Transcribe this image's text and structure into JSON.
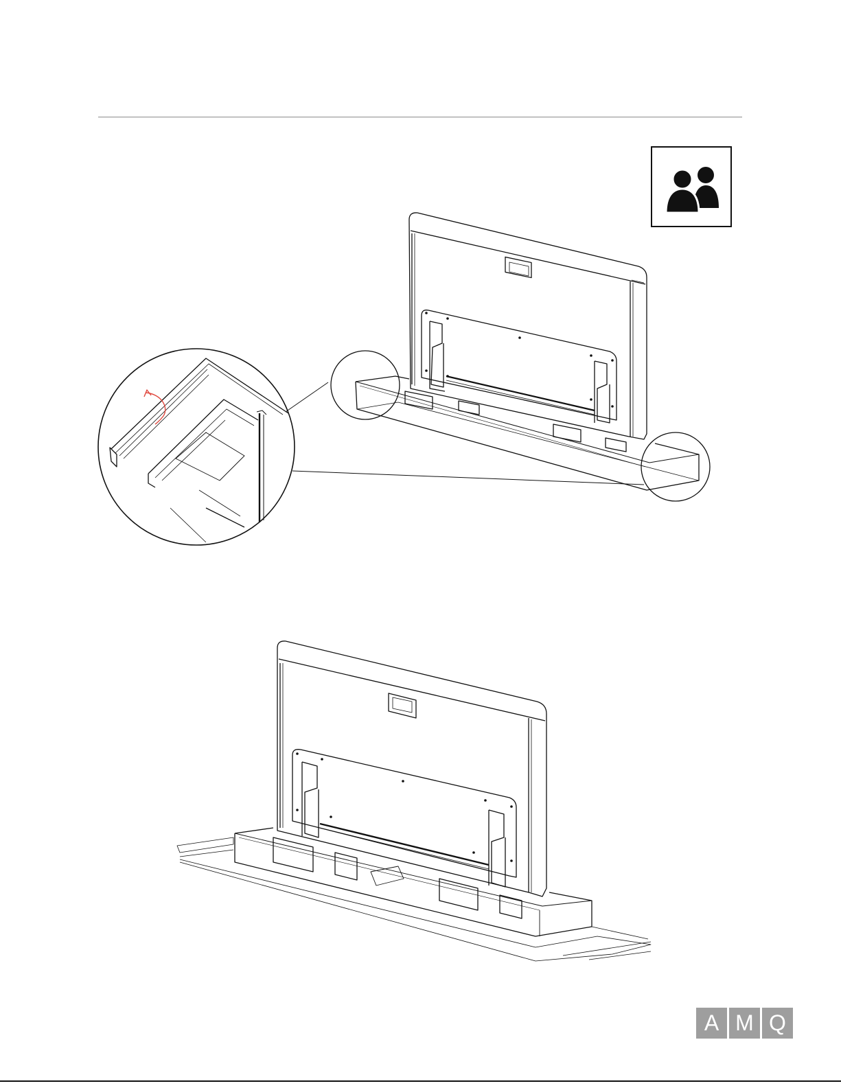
{
  "logo": {
    "letters": [
      "A",
      "M",
      "Q"
    ],
    "color": "#9e9e9e"
  },
  "badge": {
    "icon": "two-people-icon"
  },
  "arrow_color": "#e0473d"
}
